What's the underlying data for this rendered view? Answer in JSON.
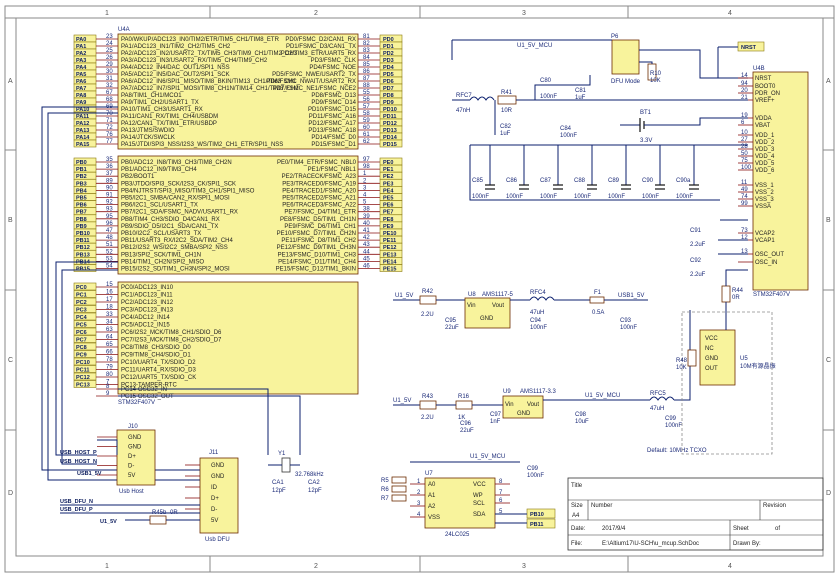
{
  "grid": {
    "cols": [
      "1",
      "2",
      "3",
      "4"
    ],
    "rows": [
      "A",
      "B",
      "C",
      "D"
    ]
  },
  "u4a": {
    "ref": "U4A",
    "part": "STM32F407V",
    "pa_nets": [
      "PA0",
      "PA1",
      "PA2",
      "PA3",
      "PA4",
      "PA5",
      "PA6",
      "PA7",
      "PA8",
      "PA9",
      "PA10",
      "PA11",
      "PA12",
      "PA13",
      "PA14",
      "PA15"
    ],
    "pa_pins": [
      "23",
      "24",
      "25",
      "26",
      "29",
      "30",
      "31",
      "32",
      "67",
      "68",
      "69",
      "70",
      "71",
      "72",
      "76",
      "77"
    ],
    "pa_funcs": [
      "PA0/WKUP/ADC123_IN0/TIM2/ETR/TIM5_CH1/TIM8_ETR",
      "PA1/ADC123_IN1/TIM2_CH2/TIM5_CH2",
      "PA2/ADC123_IN2/USART2_TX/TIM5_CH3/TIM9_CH1/TIM2_CH3",
      "PA3/ADC123_IN3/USART2_RX/TIM5_CH4/TIM9_CH2",
      "PA4/ADC12_IN4/DAC_OUT1/SPI1_NSS",
      "PA5/ADC12_IN5/DAC_OUT2/SPI1_SCK",
      "PA6/ADC12_IN6/SPI1_MISO/TIM8_BKIN/TIM13_CH1/TIM3_CH1",
      "PA7/ADC12_IN7/SPI1_MOSI/TIM8_CH1N/TIM14_CH1/TIM3_CH2",
      "PA8/TIM1_CH1/MCO1",
      "PA9/TIM1_CH2/USART1_TX",
      "PA10/TIM1_CH3/USART1_RX",
      "PA11/CAN1_RX/TIM1_CH4/USBDM",
      "PA12/CAN1_TX/TIM1_ETR/USBDP",
      "PA13/JTMS/SWDIO",
      "PA14/JTCK/SWCLK",
      "PA15/JTDI/SPI3_NSS/I2S3_WS/TIM2_CH1_ETR/SPI1_NSS"
    ],
    "pd_nets": [
      "PD0",
      "PD1",
      "PD2",
      "PD3",
      "PD4",
      "PD5",
      "PD6",
      "PD7",
      "PD8",
      "PD9",
      "PD10",
      "PD11",
      "PD12",
      "PD13",
      "PD14",
      "PD15"
    ],
    "pd_pins": [
      "81",
      "82",
      "83",
      "84",
      "85",
      "86",
      "87",
      "88",
      "55",
      "56",
      "57",
      "58",
      "59",
      "60",
      "61",
      "62"
    ],
    "pd_funcs": [
      "PD0/FSMC_D2/CAN1_RX",
      "PD1/FSMC_D3/CAN1_TX",
      "PD2/TIM3_ETR/UART5_RX",
      "PD3/FSMC_CLK",
      "PD4/FSMC_NOE",
      "PD5/FSMC_NWE/USART2_TX",
      "PD6/FSMC_NWAIT/USART2_RX",
      "PD7/FSMC_NE1/FSMC_NCE2",
      "PD8/FSMC_D13",
      "PD9/FSMC_D14",
      "PD10/FSMC_D15",
      "PD11/FSMC_A16",
      "PD12/FSMC_A17",
      "PD13/FSMC_A18",
      "PD14/FSMC_D0",
      "PD15/FSMC_D1"
    ],
    "pb_nets": [
      "PB0",
      "PB1",
      "PB2",
      "PB3",
      "PB4",
      "PB5",
      "PB6",
      "PB7",
      "PB8",
      "PB9",
      "PB10",
      "PB11",
      "PB12",
      "PB13",
      "PB14",
      "PB15"
    ],
    "pb_pins": [
      "35",
      "36",
      "37",
      "89",
      "90",
      "91",
      "92",
      "93",
      "95",
      "96",
      "47",
      "48",
      "51",
      "52",
      "53",
      "54"
    ],
    "pb_funcs": [
      "PB0/ADC12_IN8/TIM3_CH3/TIM8_CH2N",
      "PB1/ADC12_IN9/TIM3_CH4",
      "PB2/BOOT1",
      "PB3/JTDO/SPI3_SCK/I2S3_CK/SPI1_SCK",
      "PB4/NJTRST/SPI3_MISO/TIM3_CH1/SPI1_MISO",
      "PB5/I2C1_SMBA/CAN2_RX/SPI1_MOSI",
      "PB6/I2C1_SCL/USART1_TX",
      "PB7/I2C1_SDA/FSMC_NADV/USART1_RX",
      "PB8/TIM4_CH3/SDIO_D4/CAN1_RX",
      "PB9/SDIO_D5/I2C1_SDA/CAN1_TX",
      "PB10/I2C2_SCL/USART3_TX",
      "PB11/USART3_RX/I2C2_SDA/TIM2_CH4",
      "PB12/I2S2_WS/I2C2_SMBA/SPI2_NSS",
      "PB13/SPI2_SCK/TIM1_CH1N",
      "PB14/TIM1_CH2N/SPI2_MISO",
      "PB15/I2S2_SD/TIM1_CH3N/SPI2_MOSI"
    ],
    "pe_nets": [
      "PE0",
      "PE1",
      "PE2",
      "PE3",
      "PE4",
      "PE5",
      "PE6",
      "PE7",
      "PE8",
      "PE9",
      "PE10",
      "PE11",
      "PE12",
      "PE13",
      "PE14",
      "PE15"
    ],
    "pe_pins": [
      "97",
      "98",
      "1",
      "2",
      "3",
      "4",
      "5",
      "38",
      "39",
      "40",
      "41",
      "42",
      "43",
      "44",
      "45",
      "46"
    ],
    "pe_funcs": [
      "PE0/TIM4_ETR/FSMC_NBL0",
      "PE1/FSMC_NBL1",
      "PE2/TRACECK/FSMC_A23",
      "PE3/TRACED0/FSMC_A19",
      "PE4/TRACED1/FSMC_A20",
      "PE5/TRACED2/FSMC_A21",
      "PE6/TRACED3/FSMC_A22",
      "PE7/FSMC_D4/TIM1_ETR",
      "PE8/FSMC_D5/TIM1_CH1N",
      "PE9/FSMC_D6/TIM1_CH1",
      "PE10/FSMC_D7/TIM1_CH2N",
      "PE11/FSMC_D8/TIM1_CH2",
      "PE12/FSMC_D9/TIM1_CH3N",
      "PE13/FSMC_D10/TIM1_CH3",
      "PE14/FSMC_D11/TIM1_CH4",
      "PE15/FSMC_D12/TIM1_BKIN"
    ],
    "pc_nets": [
      "PC0",
      "PC1",
      "PC2",
      "PC3",
      "PC4",
      "PC5",
      "PC6",
      "PC7",
      "PC8",
      "PC9",
      "PC10",
      "PC11",
      "PC12",
      "PC13"
    ],
    "pc_pins": [
      "15",
      "16",
      "17",
      "18",
      "33",
      "34",
      "63",
      "64",
      "65",
      "66",
      "78",
      "79",
      "80",
      "7"
    ],
    "pc_funcs": [
      "PC0/ADC123_IN10",
      "PC1/ADC123_IN11",
      "PC2/ADC123_IN12",
      "PC3/ADC123_IN13",
      "PC4/ADC12_IN14",
      "PC5/ADC12_IN15",
      "PC6/I2S2_MCK/TIM8_CH1/SDIO_D6",
      "PC7/I2S3_MCK/TIM8_CH2/SDIO_D7",
      "PC8/TIM8_CH3/SDIO_D0",
      "PC9/TIM8_CH4/SDIO_D1",
      "PC10/UART4_TX/SDIO_D2",
      "PC11/UART4_RX/SDIO_D3",
      "PC12/UART5_TX/SDIO_CK",
      "PC13-TAMPER-RTC"
    ],
    "osc_pins": [
      "8",
      "9"
    ],
    "osc_funcs": [
      "PC14-OSC32_IN",
      "PC15-OSC32_OUT"
    ]
  },
  "u4b": {
    "ref": "U4B",
    "part": "STM32F407V",
    "nrst_net": "NRST",
    "pins_left": [
      "14",
      "94",
      "20",
      "21",
      "19",
      "6",
      "10",
      "27",
      "28",
      "50",
      "75",
      "100",
      "11",
      "49",
      "74",
      "99",
      "73",
      "12",
      "13"
    ],
    "pin_names": [
      "NRST",
      "BOOT0",
      "PDR_ON",
      "VREF+",
      "VDDA",
      "VBAT",
      "VDD_1",
      "VDD_2",
      "VDD_3",
      "VDD_4",
      "VDD_5",
      "VDD_6",
      "VSS_1",
      "VSS_2",
      "VSS_3",
      "VSSA",
      "VCAP2",
      "VCAP1",
      "OSC_OUT",
      "OSC_IN"
    ]
  },
  "dfu": {
    "ref": "P6",
    "label": "DFU Mode",
    "r": "R10",
    "rv": "10K"
  },
  "power": {
    "mcu_net": "U1_5V_MCU",
    "l_ref": "RFC7",
    "l_val": "47nH",
    "r41": "R41",
    "r41v": "10R",
    "c80": "C80",
    "c80v": "100nF",
    "c81": "C81",
    "c81v": "1uF",
    "c82": "C82",
    "c82v": "1uF",
    "c84": "C84",
    "c84v": "100nF",
    "bt": "BT1",
    "btv": "3.3V",
    "decoupling": [
      "C85",
      "C86",
      "C87",
      "C88",
      "C89",
      "C90",
      "C90a"
    ],
    "dval": "100nF",
    "c91": "C91",
    "c91v": "2.2uF",
    "c92": "C92",
    "c92v": "2.2uF"
  },
  "usb_reg": {
    "net_in": "U1_5V",
    "r42": "R42",
    "r42v": "2.2U",
    "u8": "U8",
    "u8p": "AMS1117-5",
    "vin": "Vin",
    "vout": "Vout",
    "gnd": "GND",
    "l": "RFC4",
    "lv": "47uH",
    "f": "F1",
    "fv": "0.5A",
    "out": "USB1_5V",
    "c93": "C93",
    "c93v": "100nF",
    "c94": "C94",
    "c94v": "100nF",
    "c95": "C95",
    "c95v": "22uF"
  },
  "ldo": {
    "net_in": "U1_5V",
    "r43": "R43",
    "r43v": "2.2U",
    "r16": "R16",
    "r16v": "1K",
    "u9": "U9",
    "u9p": "AMS1117-3.3",
    "c96": "C96",
    "c96v": "22uF",
    "c97": "C97",
    "c97v": "1nF",
    "c98": "C98",
    "c98v": "10uF",
    "out": "U1_5V_MCU",
    "l": "RFC5",
    "lv": "47uH",
    "c99": "C99",
    "c99v": "100nF",
    "note": "Default: 10MHz TCXO"
  },
  "osc": {
    "ref": "U5",
    "desc": "10M有源晶振",
    "r44": "R44",
    "r44v": "0R",
    "r48": "R48",
    "r48v": "10K",
    "pins": [
      "VCC",
      "NC",
      "GND",
      "OUT"
    ]
  },
  "usb_host": {
    "ref": "J10",
    "label": "Usb Host",
    "nets": [
      "USB_HOST_P",
      "USB_HOST_N",
      "USB1_5V"
    ],
    "pins": [
      "GND",
      "GND",
      "D+",
      "D-",
      "5V"
    ]
  },
  "usb_dfu": {
    "ref": "J11",
    "label": "Usb DFU",
    "nets": [
      "USB_DFU_N",
      "USB_DFU_P",
      "U1_5V"
    ],
    "r": "R45b",
    "rv": "0R",
    "pins": [
      "GND",
      "GND",
      "ID",
      "D+",
      "D-",
      "5V"
    ]
  },
  "rtc": {
    "y": "Y1",
    "yv": "32.768kHz",
    "c1": "CA1",
    "c1v": "12pF",
    "c2": "CA2",
    "c2v": "12pF"
  },
  "eeprom": {
    "ref": "U7",
    "part": "24LC025",
    "net": "U1_5V_MCU",
    "c": "C99",
    "cv": "100nF",
    "rs": [
      "R5",
      "R6",
      "R7"
    ],
    "left": [
      "A0",
      "A1",
      "A2",
      "VSS"
    ],
    "right": [
      "VCC",
      "WP",
      "SCL",
      "SDA"
    ],
    "lpins": [
      "1",
      "2",
      "3",
      "4"
    ],
    "rpins": [
      "8",
      "7",
      "6",
      "5"
    ],
    "bus": [
      "PB10",
      "PB11"
    ]
  },
  "title_block": {
    "title_label": "Title",
    "size_label": "Size",
    "size": "A4",
    "number_label": "Number",
    "revision_label": "Revision",
    "date_label": "Date:",
    "date": "2017/9/4",
    "file_label": "File:",
    "file": "E:\\Altium17\\U-SCH\\u_mcup.SchDoc",
    "sheet_label": "Sheet",
    "of_label": "of",
    "drawn_label": "Drawn By:"
  }
}
